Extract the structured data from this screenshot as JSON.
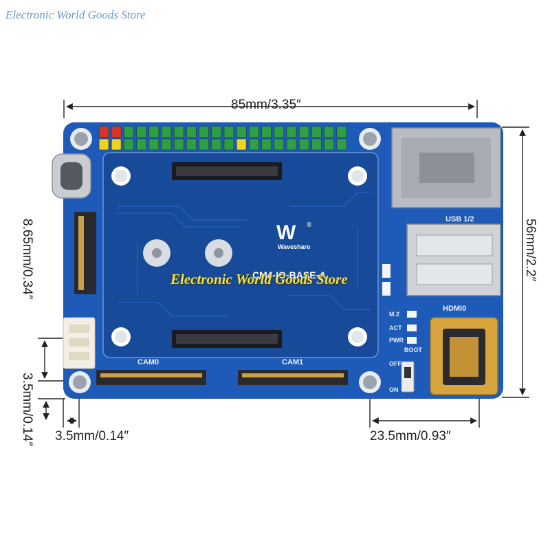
{
  "store_name": "Electronic World Goods Store",
  "watermark": "Electronic World Goods Store",
  "board": {
    "name": "CM4-IO-BASE-A",
    "brand": "Waveshare",
    "brand_mark": "W",
    "registered": "®",
    "labels": {
      "cam0": "CAM0",
      "cam1": "CAM1",
      "usb": "USB 1/2",
      "hdmi": "HDMI0",
      "m2": "M.2",
      "act": "ACT",
      "pwr": "PWR",
      "boot": "BOOT",
      "off": "OFF",
      "on": "ON"
    },
    "colors": {
      "pcb": "#1e5ab8",
      "pcb_dark": "#174a99",
      "silkscreen": "#e8eef8",
      "gpio_green": "#2ea043",
      "gpio_red": "#d9332a",
      "gpio_yellow": "#f1d21c",
      "gpio_blue": "#2a8fe0",
      "metal": "#c9ccd1",
      "hdmi_gold": "#d8a43c"
    }
  },
  "dimensions": {
    "width": "85mm/3.35″",
    "height": "56mm/2.2″",
    "left_hole_offset": "8.65mm/0.34″",
    "corner_offset_v": "3.5mm/0.14″",
    "corner_offset_h": "3.5mm/0.14″",
    "right_offset": "23.5mm/0.93″"
  }
}
